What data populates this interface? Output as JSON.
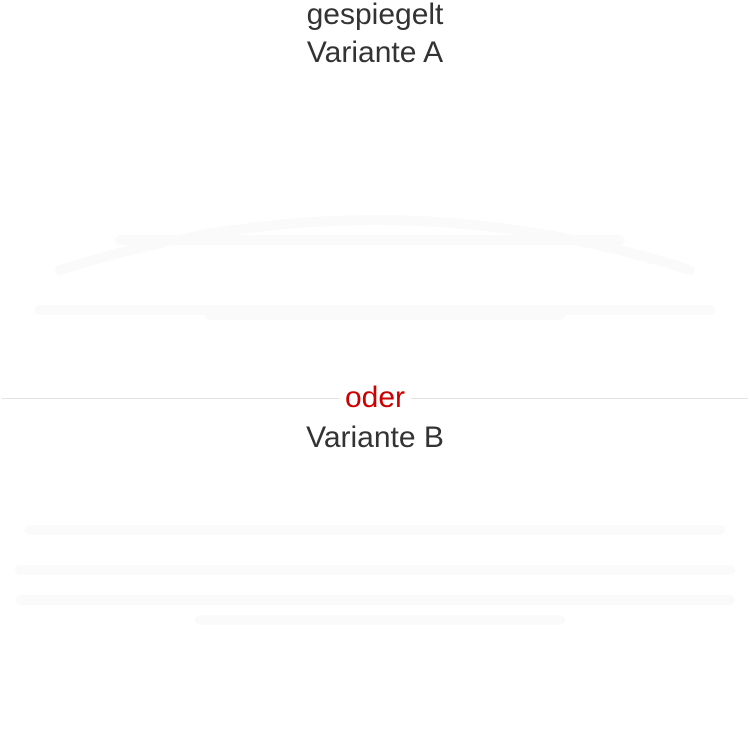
{
  "headings": {
    "mirrored": "gespiegelt",
    "variant_a": "Variante A",
    "variant_b": "Variante B"
  },
  "divider": {
    "label": "oder"
  },
  "colors": {
    "heading_text": "#333333",
    "divider_label": "#cc0000",
    "divider_line": "#e2e2e2",
    "background": "#ffffff"
  }
}
